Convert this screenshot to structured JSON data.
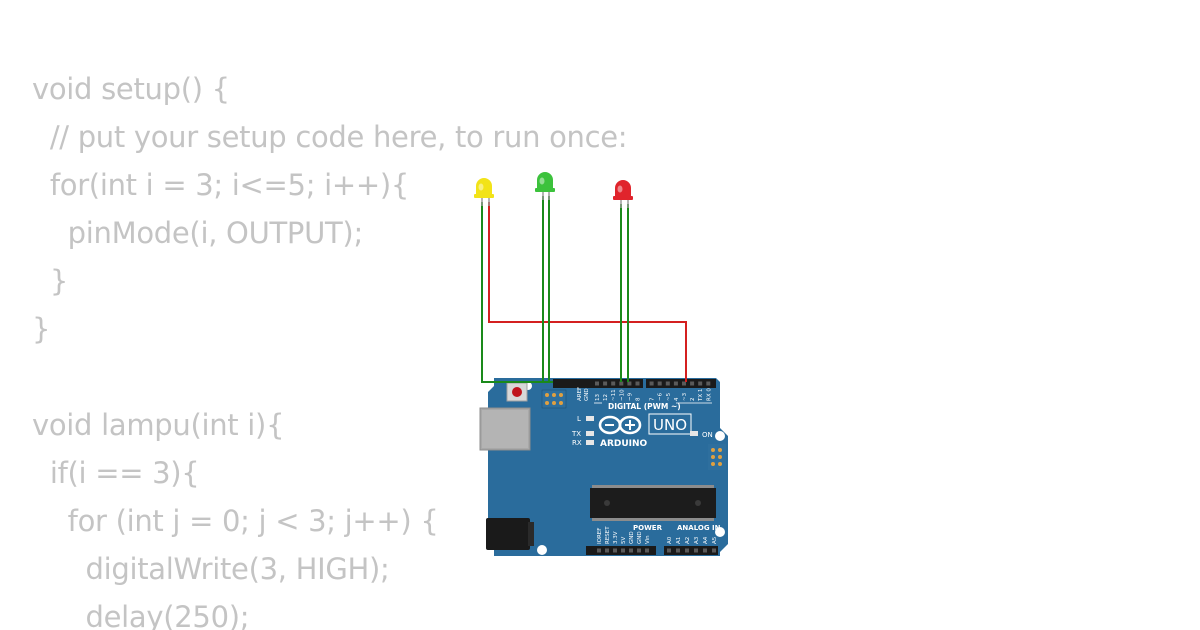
{
  "code": {
    "lines": [
      "void setup() {",
      "  // put your setup code here, to run once:",
      "  for(int i = 3; i<=5; i++){",
      "    pinMode(i, OUTPUT);",
      "  }",
      "}",
      "",
      "void lampu(int i){",
      "  if(i == 3){",
      "    for (int j = 0; j < 3; j++) {",
      "      digitalWrite(3, HIGH);",
      "      delay(250);"
    ]
  },
  "leds": [
    {
      "color_name": "yellow",
      "color": "#f2e318"
    },
    {
      "color_name": "green",
      "color": "#3cc23c"
    },
    {
      "color_name": "red",
      "color": "#e0242c"
    }
  ],
  "wires": {
    "green": "#1a8a1a",
    "red": "#d42020"
  },
  "board": {
    "brand": "ARDUINO",
    "model": "UNO",
    "on_label": "ON",
    "l_label": "L",
    "tx_label": "TX",
    "rx_label": "RX",
    "digital_label": "DIGITAL (PWM ~)",
    "power_label": "POWER",
    "analog_label": "ANALOG IN",
    "aref_label": "AREF",
    "gnd_label": "GND",
    "digital_pins": [
      "13",
      "12",
      "~11",
      "~10",
      "~9",
      "8",
      "7",
      "~6",
      "~5",
      "4",
      "~3",
      "2",
      "TX 1",
      "RX 0"
    ],
    "power_pins": [
      "IOREF",
      "RESET",
      "3.3V",
      "5V",
      "GND",
      "GND",
      "Vin"
    ],
    "analog_pins": [
      "A0",
      "A1",
      "A2",
      "A3",
      "A4",
      "A5"
    ],
    "board_color": "#2a6c9c",
    "board_dark": "#1f5a84"
  }
}
